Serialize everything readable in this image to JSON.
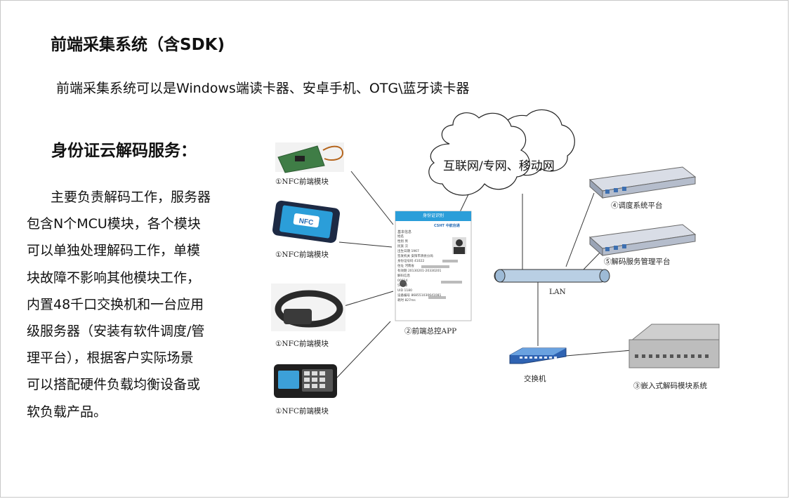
{
  "title1": "前端采集系统（含SDK)",
  "subtitle1": "前端采集系统可以是Windows端读卡器、安卓手机、OTG\\蓝牙读卡器",
  "title2": "身份证云解码服务：",
  "paragraph_lines": [
    "主要负责解码工作，服务器",
    "包含N个MCU模块，各个模块",
    "可以单独处理解码工作，单模",
    "块故障不影响其他模块工作，",
    "内置48千口交换机和一台应用",
    "级服务器（安装有软件调度/管",
    "理平台），根据客户实际场景",
    "可以搭配硬件负载均衡设备或",
    "软负载产品。"
  ],
  "diagram": {
    "cloud_label": "互联网/专网、移动网",
    "lan_label": "LAN",
    "captions": {
      "nfc1": "①NFC前端模块",
      "nfc2": "①NFC前端模块",
      "nfc3": "①NFC前端模块",
      "nfc4": "①NFC前端模块",
      "app": "②前端总控APP",
      "dispatch": "④调度系统平台",
      "decode_mgmt": "⑤解码服务管理平台",
      "switch": "交换机",
      "embedded": "③嵌入式解码模块系统"
    },
    "phone_card": {
      "header": "身份证识别",
      "brand": "CSHT 中航信通",
      "section1": "基本信息",
      "fields": [
        {
          "k": "姓名",
          "v": ""
        },
        {
          "k": "性别",
          "v": "男"
        },
        {
          "k": "民族",
          "v": "汉"
        },
        {
          "k": "出生日期",
          "v": "1967"
        },
        {
          "k": "签发机关",
          "v": "安阳市滑县分局"
        },
        {
          "k": "身份证号码",
          "v": "41022"
        },
        {
          "k": "住址",
          "v": "河南省"
        },
        {
          "k": "有效期",
          "v": "20130201-20330201"
        }
      ],
      "section2": "解码信息",
      "fields2": [
        {
          "k": "",
          "v": "00014"
        },
        {
          "k": "",
          "v": "5A4E2"
        },
        {
          "k": "UID",
          "v": "1180"
        },
        {
          "k": "设备编号",
          "v": "868551030641081"
        },
        {
          "k": "耗时",
          "v": "827ms"
        }
      ]
    },
    "nfc_badge": "NFC"
  }
}
